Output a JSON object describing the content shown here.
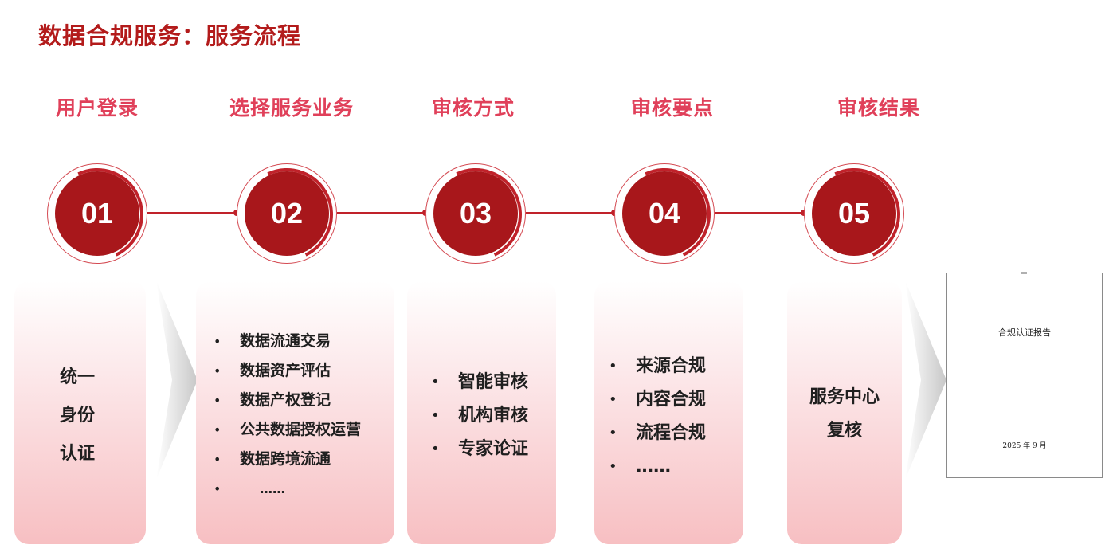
{
  "title": "数据合规服务：服务流程",
  "steps": [
    {
      "number": "01",
      "label": "用户登录"
    },
    {
      "number": "02",
      "label": "选择服务业务"
    },
    {
      "number": "03",
      "label": "审核方式"
    },
    {
      "number": "04",
      "label": "审核要点"
    },
    {
      "number": "05",
      "label": "审核结果"
    }
  ],
  "cards": {
    "identity": {
      "lines": [
        "统一",
        "身份",
        "认证"
      ]
    },
    "services": {
      "items": [
        "数据流通交易",
        "数据资产评估",
        "数据产权登记",
        "公共数据授权运营",
        "数据跨境流通",
        "……"
      ]
    },
    "methods": {
      "items": [
        "智能审核",
        "机构审核",
        "专家论证"
      ]
    },
    "points": {
      "items": [
        "来源合规",
        "内容合规",
        "流程合规",
        "……"
      ]
    },
    "result": {
      "lines": [
        "服务中心",
        "复核"
      ]
    }
  },
  "report": {
    "title": "合规认证报告",
    "date": "2025 年 9 月"
  },
  "colors": {
    "title": "#b31b1b",
    "step_label": "#e0405a",
    "disc": "#a8171b",
    "connector": "#c0222a",
    "card_gradient_bottom": "#f7bfc2"
  }
}
